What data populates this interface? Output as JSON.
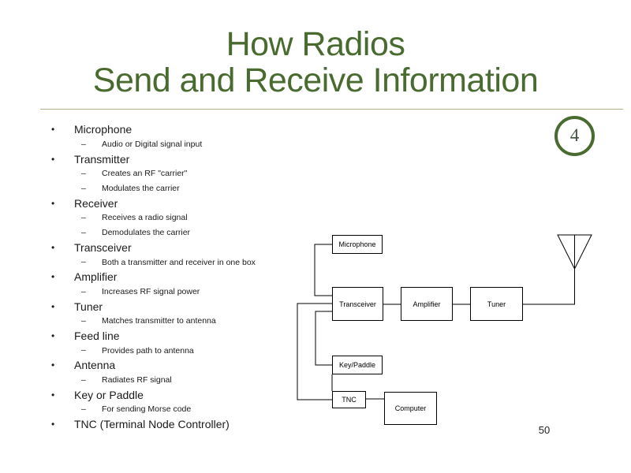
{
  "title": {
    "line1": "How Radios",
    "line2": "Send and Receive Information"
  },
  "badge": {
    "number": "4"
  },
  "page_number": "50",
  "bullets": [
    {
      "label": "Microphone",
      "subs": [
        "Audio or Digital signal input"
      ]
    },
    {
      "label": "Transmitter",
      "subs": [
        "Creates an RF \"carrier\"",
        "Modulates the carrier"
      ]
    },
    {
      "label": "Receiver",
      "subs": [
        "Receives a radio signal",
        "Demodulates the carrier"
      ]
    },
    {
      "label": "Transceiver",
      "subs": [
        "Both a transmitter and receiver in one box"
      ]
    },
    {
      "label": "Amplifier",
      "subs": [
        "Increases RF signal power"
      ]
    },
    {
      "label": "Tuner",
      "subs": [
        "Matches transmitter to antenna"
      ]
    },
    {
      "label": "Feed line",
      "subs": [
        "Provides path to antenna"
      ]
    },
    {
      "label": "Antenna",
      "subs": [
        "Radiates RF signal"
      ]
    },
    {
      "label": "Key or Paddle",
      "subs": [
        "For sending Morse code"
      ]
    },
    {
      "label": "TNC (Terminal Node Controller)",
      "subs": []
    }
  ],
  "diagram": {
    "boxes": [
      {
        "id": "microphone",
        "label": "Microphone"
      },
      {
        "id": "transceiver",
        "label": "Transceiver"
      },
      {
        "id": "amplifier",
        "label": "Amplifier"
      },
      {
        "id": "tuner",
        "label": "Tuner"
      },
      {
        "id": "key-paddle",
        "label": "Key/Paddle"
      },
      {
        "id": "tnc",
        "label": "TNC"
      },
      {
        "id": "computer",
        "label": "Computer"
      }
    ],
    "antenna_icon": "antenna-symbol"
  },
  "colors": {
    "title_green": "#4a6b30",
    "divider": "#b3b08a",
    "text": "#1a1a1a",
    "diagram_line": "#000000"
  }
}
